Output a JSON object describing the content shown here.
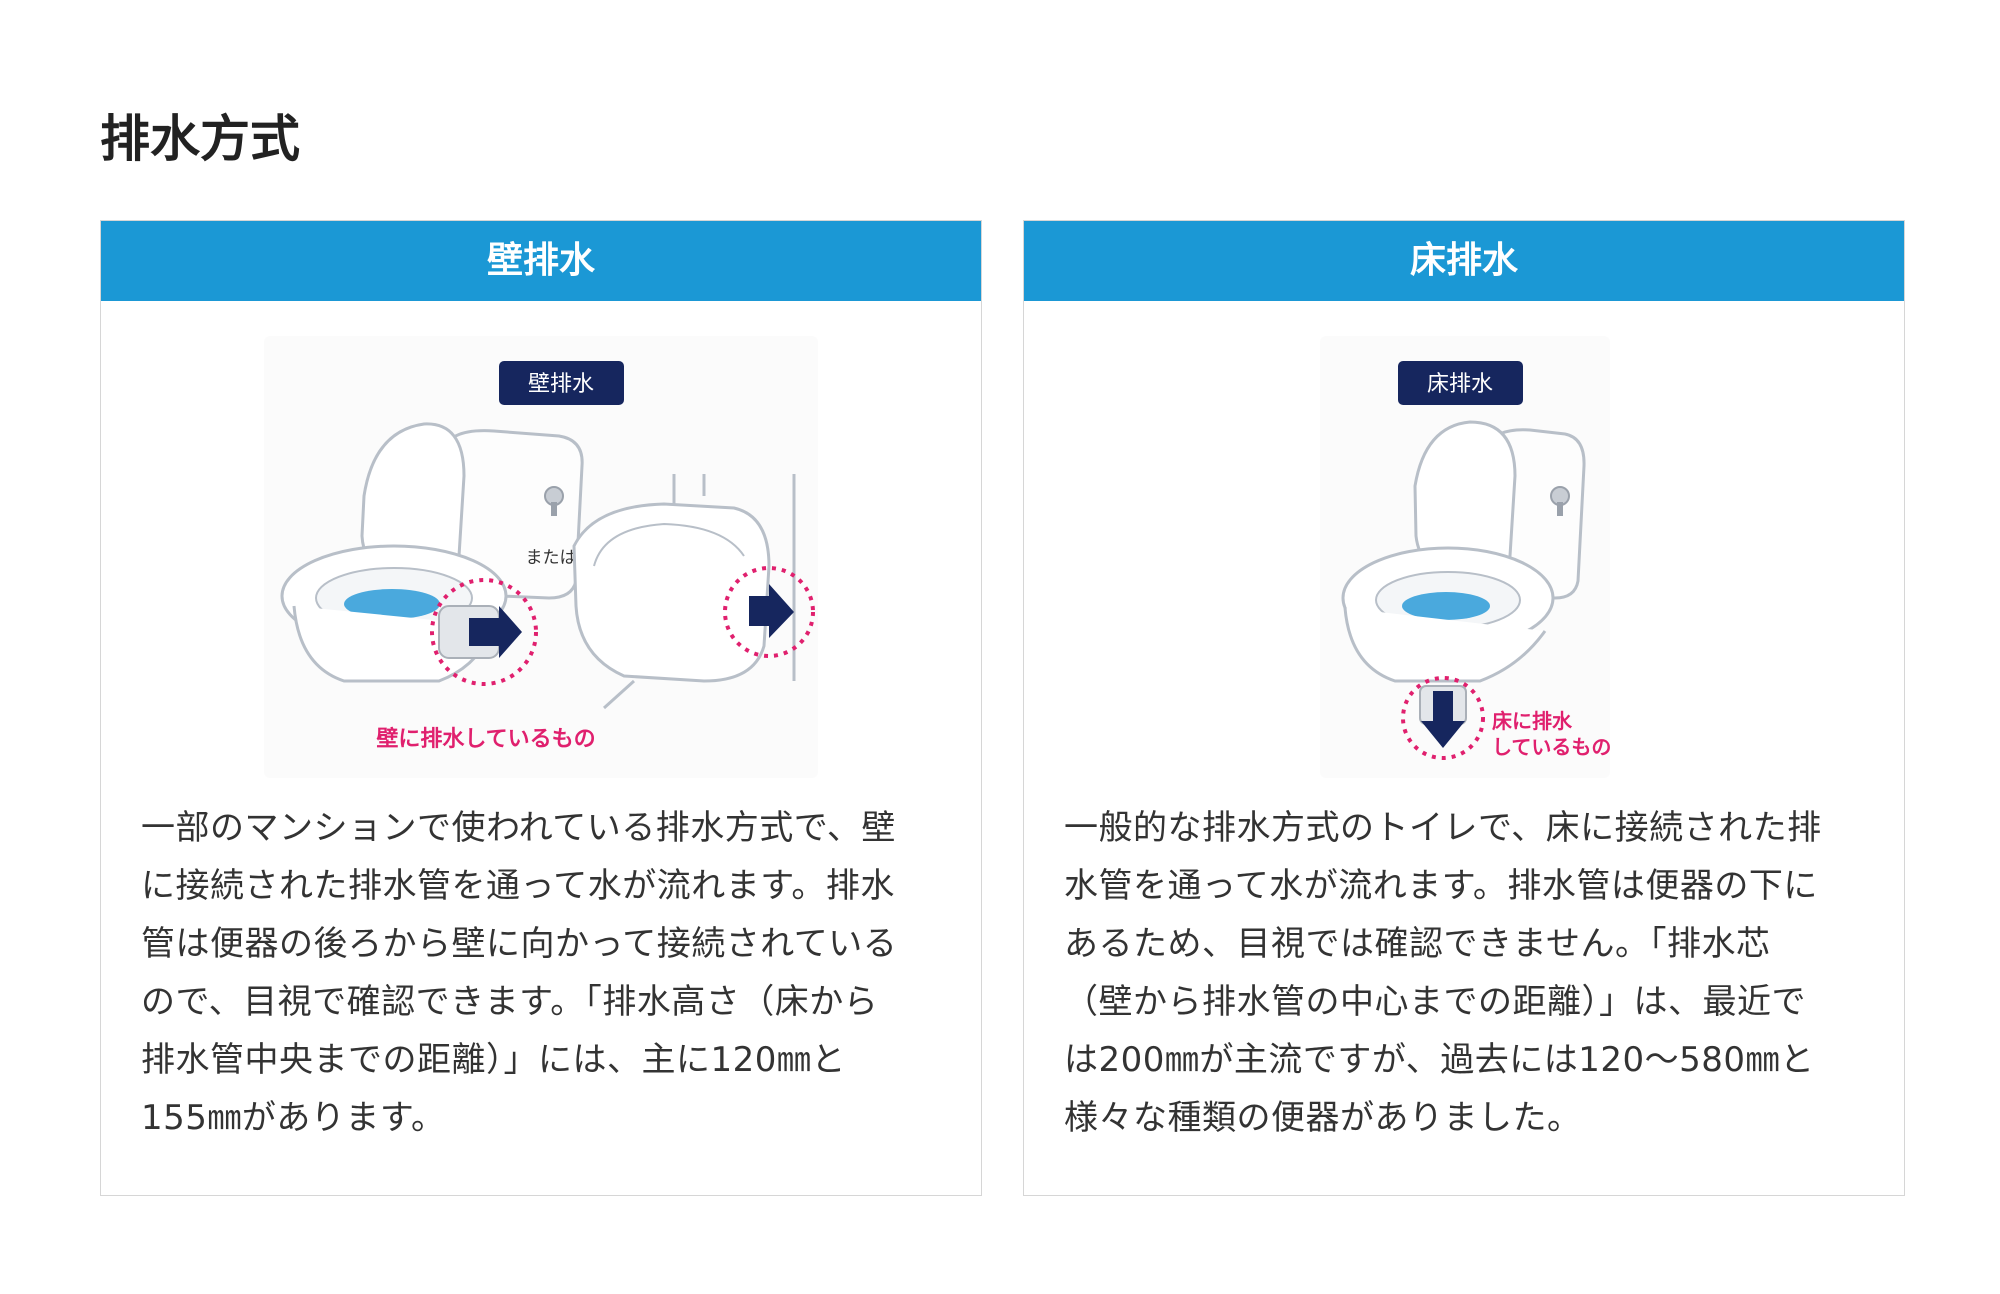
{
  "page": {
    "title": "排水方式"
  },
  "cards": [
    {
      "header": "壁排水",
      "illustration": {
        "badge": "壁排水",
        "or_text": "または",
        "caption": "壁に排水しているもの",
        "icon": "wall-drain-toilet-illustration"
      },
      "lines": [
        "一部のマンションで使われている排水方式で、壁",
        "に接続された排水管を通って水が流れます。排水",
        "管は便器の後ろから壁に向かって接続されている",
        "ので、目視で確認できます。「排水高さ（床から",
        "排水管中央までの距離）」には、主に120㎜と",
        "155㎜があります。"
      ]
    },
    {
      "header": "床排水",
      "illustration": {
        "badge": "床排水",
        "caption_line1": "床に排水",
        "caption_line2": "しているもの",
        "icon": "floor-drain-toilet-illustration"
      },
      "lines": [
        "一般的な排水方式のトイレで、床に接続された排",
        "水管を通って水が流れます。排水管は便器の下に",
        "あるため、目視では確認できません。「排水芯",
        "（壁から排水管の中心までの距離）」は、最近で",
        "は200㎜が主流ですが、過去には120〜580㎜と",
        "様々な種類の便器がありました。"
      ]
    }
  ],
  "colors": {
    "header_bg": "#1b98d5",
    "badge_bg": "#16265e",
    "accent_pink": "#e0206e",
    "arrow_navy": "#16265e",
    "water_blue": "#4aa9dd"
  }
}
